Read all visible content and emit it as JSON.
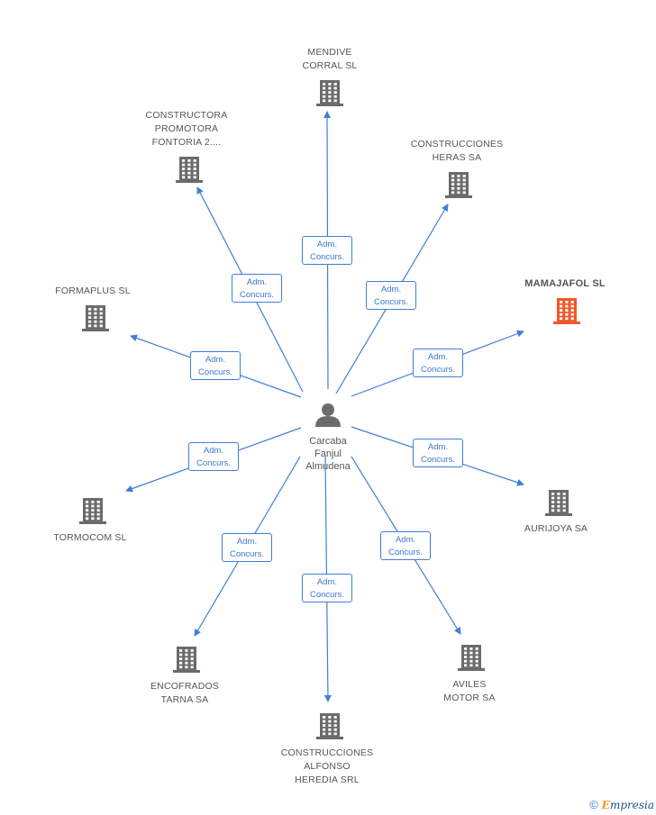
{
  "center": {
    "lines": [
      "Carcaba",
      "Fanjul",
      "Almudena"
    ]
  },
  "nodes": [
    {
      "id": "mendive",
      "lines": [
        "MENDIVE",
        "CORRAL SL"
      ],
      "highlight": false
    },
    {
      "id": "fontoria",
      "lines": [
        "CONSTRUCTORA",
        "PROMOTORA",
        "FONTORIA 2...."
      ],
      "highlight": false
    },
    {
      "id": "heras",
      "lines": [
        "CONSTRUCCIONES",
        "HERAS SA"
      ],
      "highlight": false
    },
    {
      "id": "mamajafol",
      "lines": [
        "MAMAJAFOL SL"
      ],
      "highlight": true
    },
    {
      "id": "formaplus",
      "lines": [
        "FORMAPLUS SL"
      ],
      "highlight": false
    },
    {
      "id": "aurijoya",
      "lines": [
        "AURIJOYA SA"
      ],
      "highlight": false
    },
    {
      "id": "tormocom",
      "lines": [
        "TORMOCOM SL"
      ],
      "highlight": false
    },
    {
      "id": "encofrados",
      "lines": [
        "ENCOFRADOS",
        "TARNA SA"
      ],
      "highlight": false
    },
    {
      "id": "aviles",
      "lines": [
        "AVILES",
        "MOTOR SA"
      ],
      "highlight": false
    },
    {
      "id": "alfonso",
      "lines": [
        "CONSTRUCCIONES",
        "ALFONSO",
        "HEREDIA SRL"
      ],
      "highlight": false
    }
  ],
  "edge_label": [
    "Adm.",
    "Concurs."
  ],
  "colors": {
    "edge": "#3f7fd6",
    "building": "#6b6b6b",
    "building_highlight": "#f0582a",
    "person": "#6b6b6b"
  },
  "footer": {
    "copyright": "©",
    "brand_initial": "E",
    "brand_rest": "mpresia"
  }
}
